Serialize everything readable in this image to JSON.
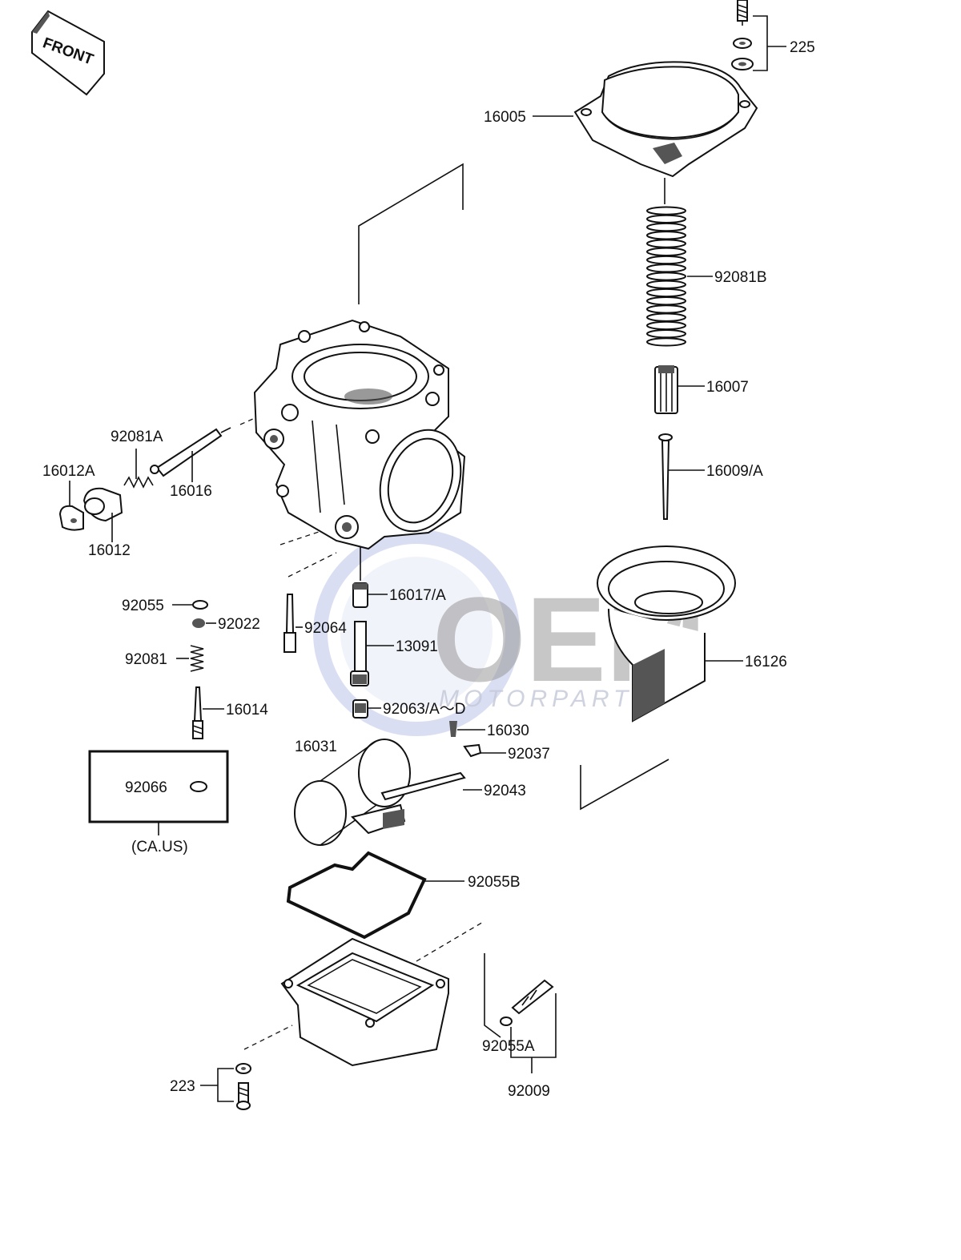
{
  "front_badge": "FRONT",
  "labels": {
    "p225": "225",
    "p16005": "16005",
    "p92081B": "92081B",
    "p16007": "16007",
    "p16009A": "16009/A",
    "p92081A": "92081A",
    "p16012A": "16012A",
    "p16016": "16016",
    "p16012": "16012",
    "p92055": "92055",
    "p92022": "92022",
    "p92081": "92081",
    "p16014": "16014",
    "p92066": "92066",
    "region_note": "(CA.US)",
    "p16017A": "16017/A",
    "p92064": "92064",
    "p13091": "13091",
    "p92063": "92063/A～D",
    "p16126": "16126",
    "p16030": "16030",
    "p92037": "92037",
    "p16031": "16031",
    "p92043": "92043",
    "p92055B": "92055B",
    "p223": "223",
    "p92055A": "92055A",
    "p92009": "92009"
  },
  "watermark": {
    "main": "OEM",
    "sub": "MOTORPARTS"
  },
  "colors": {
    "line": "#111111",
    "watermark_blue": "#c9d0ec",
    "watermark_grey": "#9a9a9a"
  }
}
